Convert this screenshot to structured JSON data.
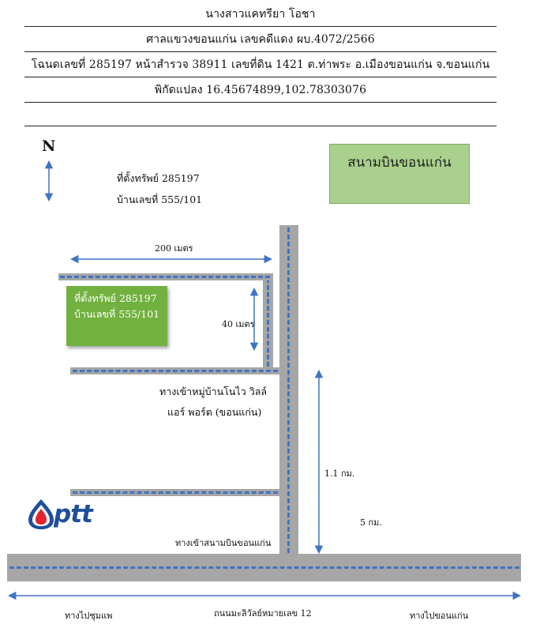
{
  "header": {
    "owner": "นางสาวแคทรียา โอชา",
    "court_case": "ศาลแขวงขอนแก่น เลขคดีแดง ผบ.4072/2566",
    "deed": "โฉนดเลขที่ 285197 หน้าสำรวจ 38911 เลขที่ดิน 1421 ต.ท่าพระ อ.เมืองขอนแก่น จ.ขอนแก่น",
    "coords": "พิกัดแปลง 16.45674899,102.78303076"
  },
  "map": {
    "north_label": "N",
    "property_note_line1": "ที่ตั้งทรัพย์ 285197",
    "property_note_line2": "บ้านเลขที่ 555/101",
    "airport_label": "สนามบินขอนแก่น",
    "plot_line1": "ที่ตั้งทรัพย์ 285197",
    "plot_line2": "บ้านเลขที่ 555/101",
    "dist_200": "200 เมตร",
    "dist_40": "40 เมตร",
    "village_entrance_line1": "ทางเข้าหมู่บ้านโนไว วิลล์",
    "village_entrance_line2": "แอร์ พอร์ต (ขอนแก่น)",
    "dist_1_1": "1.1 กม.",
    "dist_5": "5 กม.",
    "airport_entrance": "ทางเข้าสนามบินขอนแก่น",
    "ptt_logo_text": "ptt",
    "to_chumphae": "ทางไปชุมแพ",
    "highway": "ถนนมะลิวัลย์หมายเลข 12",
    "to_khonkaen": "ทางไปขอนแก่น"
  },
  "colors": {
    "road": "#a6a6a6",
    "road_dash": "#3f73c4",
    "plot_green": "#72b13f",
    "airport_green": "#a9d08c",
    "arrow_blue": "#3f73c4",
    "ptt_blue": "#1e4e9c",
    "ptt_red": "#e4232e"
  }
}
